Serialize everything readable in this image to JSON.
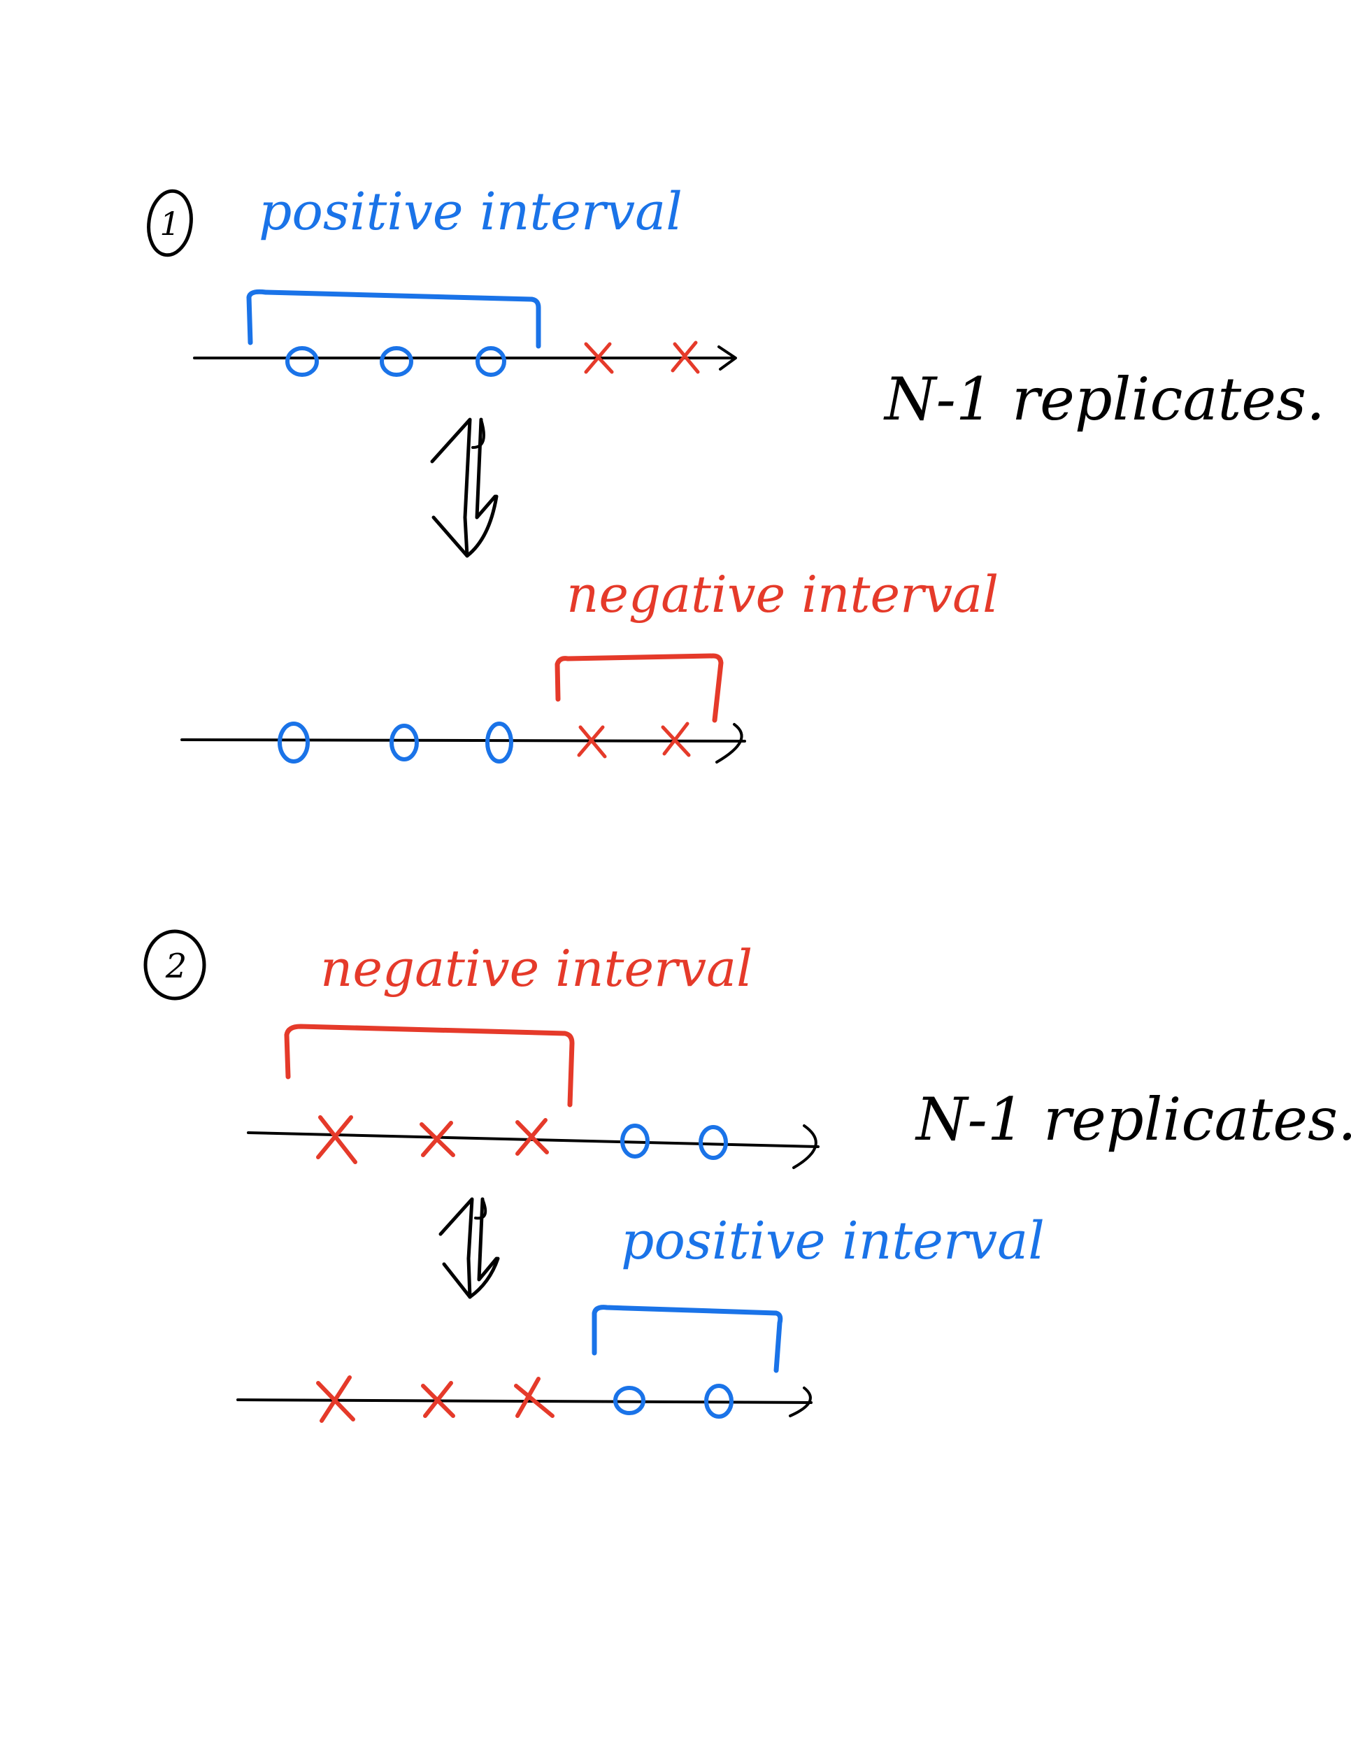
{
  "colors": {
    "positive": "#1a73e8",
    "negative": "#e53a2a",
    "ink": "#000000",
    "background": "#ffffff"
  },
  "scenario_1": {
    "number": "1",
    "top_label": "positive interval",
    "top_axis": {
      "marks": [
        "o",
        "o",
        "o",
        "x",
        "x"
      ],
      "bracket": "positive"
    },
    "arrow_icon": "double-headed-vertical-arrow",
    "bottom_label": "negative interval",
    "bottom_axis": {
      "marks": [
        "o",
        "o",
        "o",
        "x",
        "x"
      ],
      "bracket": "negative"
    },
    "side_note": "N-1 replicates."
  },
  "scenario_2": {
    "number": "2",
    "top_label": "negative interval",
    "top_axis": {
      "marks": [
        "x",
        "x",
        "x",
        "o",
        "o"
      ],
      "bracket": "negative"
    },
    "arrow_icon": "double-headed-vertical-arrow",
    "bottom_label": "positive interval",
    "bottom_axis": {
      "marks": [
        "x",
        "x",
        "x",
        "o",
        "o"
      ],
      "bracket": "positive"
    },
    "side_note": "N-1 replicates."
  }
}
